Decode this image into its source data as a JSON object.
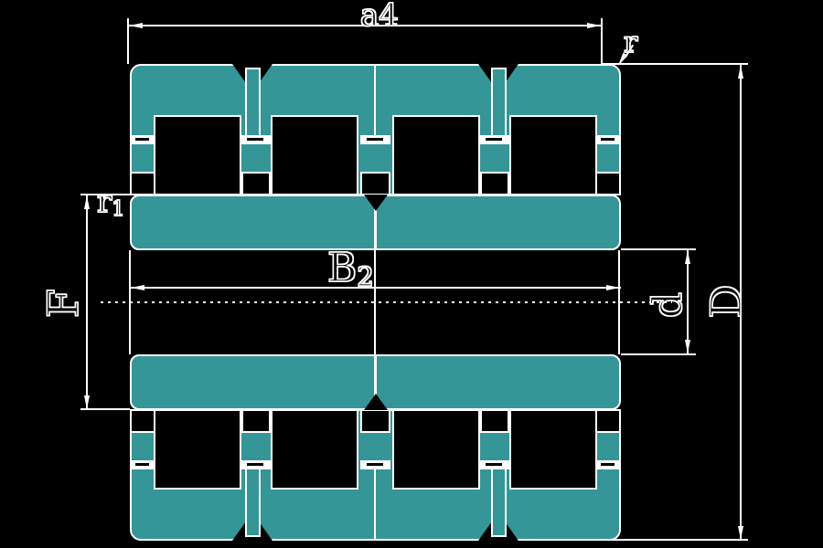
{
  "figure": {
    "description": "Four-row cylindrical roller bearing cross-section technical drawing",
    "background_color": "#000000",
    "fill_color": "#349697",
    "line_color": "#ffffff"
  },
  "labels": {
    "top_width": "a4",
    "outer_corner_radius": "r",
    "inner_corner_radius_base": "r",
    "inner_corner_radius_sub": "1",
    "inner_width_base": "B",
    "inner_width_sub": "2",
    "raceway_diameter": "F",
    "bore_diameter": "d",
    "outside_diameter": "D"
  }
}
